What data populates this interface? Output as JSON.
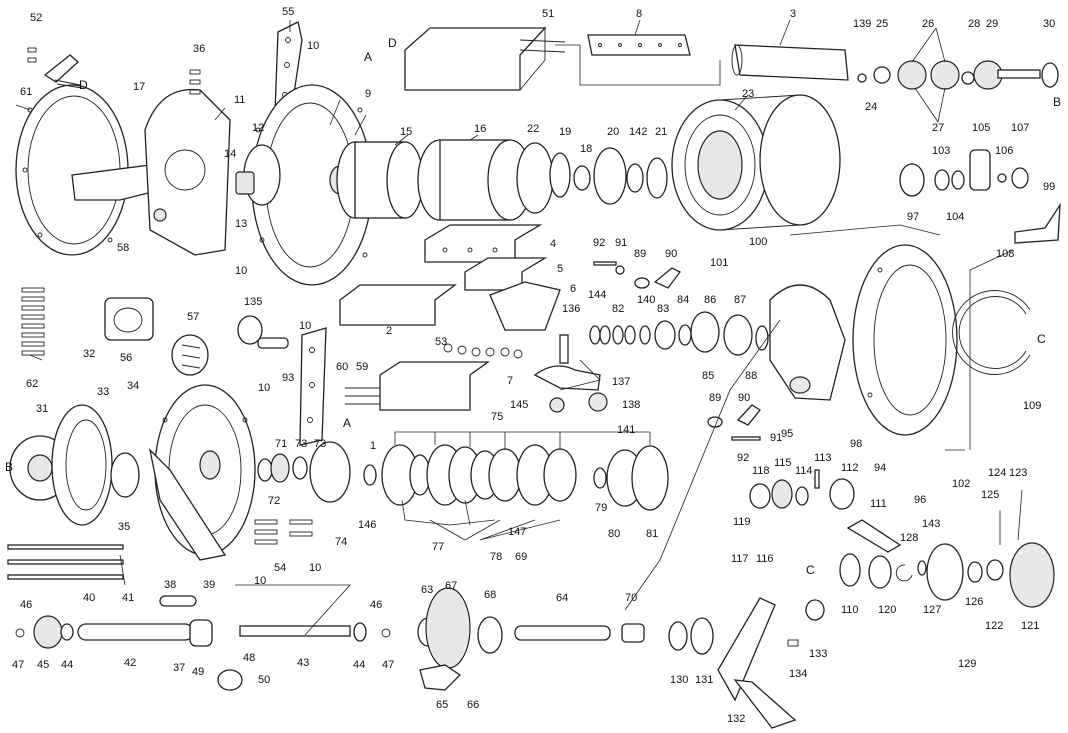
{
  "parts": [
    {
      "id": "1",
      "label": "1"
    },
    {
      "id": "2",
      "label": "2"
    },
    {
      "id": "3",
      "label": "3"
    },
    {
      "id": "4",
      "label": "4"
    },
    {
      "id": "5",
      "label": "5"
    },
    {
      "id": "6",
      "label": "6"
    },
    {
      "id": "7",
      "label": "7"
    },
    {
      "id": "8",
      "label": "8"
    },
    {
      "id": "9",
      "label": "9"
    },
    {
      "id": "10",
      "label": "10"
    },
    {
      "id": "11",
      "label": "11"
    },
    {
      "id": "12",
      "label": "12"
    },
    {
      "id": "13",
      "label": "13"
    },
    {
      "id": "14",
      "label": "14"
    },
    {
      "id": "15",
      "label": "15"
    },
    {
      "id": "16",
      "label": "16"
    },
    {
      "id": "17",
      "label": "17"
    },
    {
      "id": "18",
      "label": "18"
    },
    {
      "id": "19",
      "label": "19"
    },
    {
      "id": "20",
      "label": "20"
    },
    {
      "id": "21",
      "label": "21"
    },
    {
      "id": "22",
      "label": "22"
    },
    {
      "id": "23",
      "label": "23"
    },
    {
      "id": "24",
      "label": "24"
    },
    {
      "id": "25",
      "label": "25"
    },
    {
      "id": "26",
      "label": "26"
    },
    {
      "id": "27",
      "label": "27"
    },
    {
      "id": "28",
      "label": "28"
    },
    {
      "id": "29",
      "label": "29"
    },
    {
      "id": "30",
      "label": "30"
    },
    {
      "id": "31",
      "label": "31"
    },
    {
      "id": "32",
      "label": "32"
    },
    {
      "id": "33",
      "label": "33"
    },
    {
      "id": "34",
      "label": "34"
    },
    {
      "id": "35",
      "label": "35"
    },
    {
      "id": "36",
      "label": "36"
    },
    {
      "id": "37",
      "label": "37"
    },
    {
      "id": "38",
      "label": "38"
    },
    {
      "id": "39",
      "label": "39"
    },
    {
      "id": "40",
      "label": "40"
    },
    {
      "id": "41",
      "label": "41"
    },
    {
      "id": "42",
      "label": "42"
    },
    {
      "id": "43",
      "label": "43"
    },
    {
      "id": "44",
      "label": "44"
    },
    {
      "id": "45",
      "label": "45"
    },
    {
      "id": "46",
      "label": "46"
    },
    {
      "id": "47",
      "label": "47"
    },
    {
      "id": "48",
      "label": "48"
    },
    {
      "id": "49",
      "label": "49"
    },
    {
      "id": "50",
      "label": "50"
    },
    {
      "id": "51",
      "label": "51"
    },
    {
      "id": "52",
      "label": "52"
    },
    {
      "id": "53",
      "label": "53"
    },
    {
      "id": "54",
      "label": "54"
    },
    {
      "id": "55",
      "label": "55"
    },
    {
      "id": "56",
      "label": "56"
    },
    {
      "id": "57",
      "label": "57"
    },
    {
      "id": "58",
      "label": "58"
    },
    {
      "id": "59",
      "label": "59"
    },
    {
      "id": "60",
      "label": "60"
    },
    {
      "id": "61",
      "label": "61"
    },
    {
      "id": "62",
      "label": "62"
    },
    {
      "id": "63",
      "label": "63"
    },
    {
      "id": "64",
      "label": "64"
    },
    {
      "id": "65",
      "label": "65"
    },
    {
      "id": "66",
      "label": "66"
    },
    {
      "id": "67",
      "label": "67"
    },
    {
      "id": "68",
      "label": "68"
    },
    {
      "id": "69",
      "label": "69"
    },
    {
      "id": "70",
      "label": "70"
    },
    {
      "id": "71",
      "label": "71"
    },
    {
      "id": "72",
      "label": "72"
    },
    {
      "id": "73",
      "label": "73"
    },
    {
      "id": "74",
      "label": "74"
    },
    {
      "id": "75",
      "label": "75"
    },
    {
      "id": "77",
      "label": "77"
    },
    {
      "id": "78",
      "label": "78"
    },
    {
      "id": "79",
      "label": "79"
    },
    {
      "id": "80",
      "label": "80"
    },
    {
      "id": "81",
      "label": "81"
    },
    {
      "id": "82",
      "label": "82"
    },
    {
      "id": "83",
      "label": "83"
    },
    {
      "id": "84",
      "label": "84"
    },
    {
      "id": "85",
      "label": "85"
    },
    {
      "id": "86",
      "label": "86"
    },
    {
      "id": "87",
      "label": "87"
    },
    {
      "id": "88",
      "label": "88"
    },
    {
      "id": "89",
      "label": "89"
    },
    {
      "id": "90",
      "label": "90"
    },
    {
      "id": "91",
      "label": "91"
    },
    {
      "id": "92",
      "label": "92"
    },
    {
      "id": "93",
      "label": "93"
    },
    {
      "id": "94",
      "label": "94"
    },
    {
      "id": "95",
      "label": "95"
    },
    {
      "id": "96",
      "label": "96"
    },
    {
      "id": "97",
      "label": "97"
    },
    {
      "id": "98",
      "label": "98"
    },
    {
      "id": "99",
      "label": "99"
    },
    {
      "id": "100",
      "label": "100"
    },
    {
      "id": "101",
      "label": "101"
    },
    {
      "id": "102",
      "label": "102"
    },
    {
      "id": "103",
      "label": "103"
    },
    {
      "id": "104",
      "label": "104"
    },
    {
      "id": "105",
      "label": "105"
    },
    {
      "id": "106",
      "label": "106"
    },
    {
      "id": "107",
      "label": "107"
    },
    {
      "id": "108",
      "label": "108"
    },
    {
      "id": "109",
      "label": "109"
    },
    {
      "id": "110",
      "label": "110"
    },
    {
      "id": "111",
      "label": "111"
    },
    {
      "id": "112",
      "label": "112"
    },
    {
      "id": "113",
      "label": "113"
    },
    {
      "id": "114",
      "label": "114"
    },
    {
      "id": "115",
      "label": "115"
    },
    {
      "id": "116",
      "label": "116"
    },
    {
      "id": "117",
      "label": "117"
    },
    {
      "id": "118",
      "label": "118"
    },
    {
      "id": "119",
      "label": "119"
    },
    {
      "id": "120",
      "label": "120"
    },
    {
      "id": "121",
      "label": "121"
    },
    {
      "id": "122",
      "label": "122"
    },
    {
      "id": "123",
      "label": "123"
    },
    {
      "id": "124",
      "label": "124"
    },
    {
      "id": "125",
      "label": "125"
    },
    {
      "id": "126",
      "label": "126"
    },
    {
      "id": "127",
      "label": "127"
    },
    {
      "id": "128",
      "label": "128"
    },
    {
      "id": "129",
      "label": "129"
    },
    {
      "id": "130",
      "label": "130"
    },
    {
      "id": "131",
      "label": "131"
    },
    {
      "id": "132",
      "label": "132"
    },
    {
      "id": "133",
      "label": "133"
    },
    {
      "id": "134",
      "label": "134"
    },
    {
      "id": "135",
      "label": "135"
    },
    {
      "id": "136",
      "label": "136"
    },
    {
      "id": "137",
      "label": "137"
    },
    {
      "id": "138",
      "label": "138"
    },
    {
      "id": "139",
      "label": "139"
    },
    {
      "id": "140",
      "label": "140"
    },
    {
      "id": "141",
      "label": "141"
    },
    {
      "id": "142",
      "label": "142"
    },
    {
      "id": "143",
      "label": "143"
    },
    {
      "id": "144",
      "label": "144"
    },
    {
      "id": "145",
      "label": "145"
    },
    {
      "id": "146",
      "label": "146"
    },
    {
      "id": "147",
      "label": "147"
    }
  ],
  "connectors": [
    {
      "id": "A1",
      "label": "A"
    },
    {
      "id": "D1",
      "label": "D"
    },
    {
      "id": "A2",
      "label": "A"
    },
    {
      "id": "D2",
      "label": "D"
    },
    {
      "id": "B1",
      "label": "B"
    },
    {
      "id": "B2",
      "label": "B"
    },
    {
      "id": "C1",
      "label": "C"
    },
    {
      "id": "C2",
      "label": "C"
    }
  ]
}
